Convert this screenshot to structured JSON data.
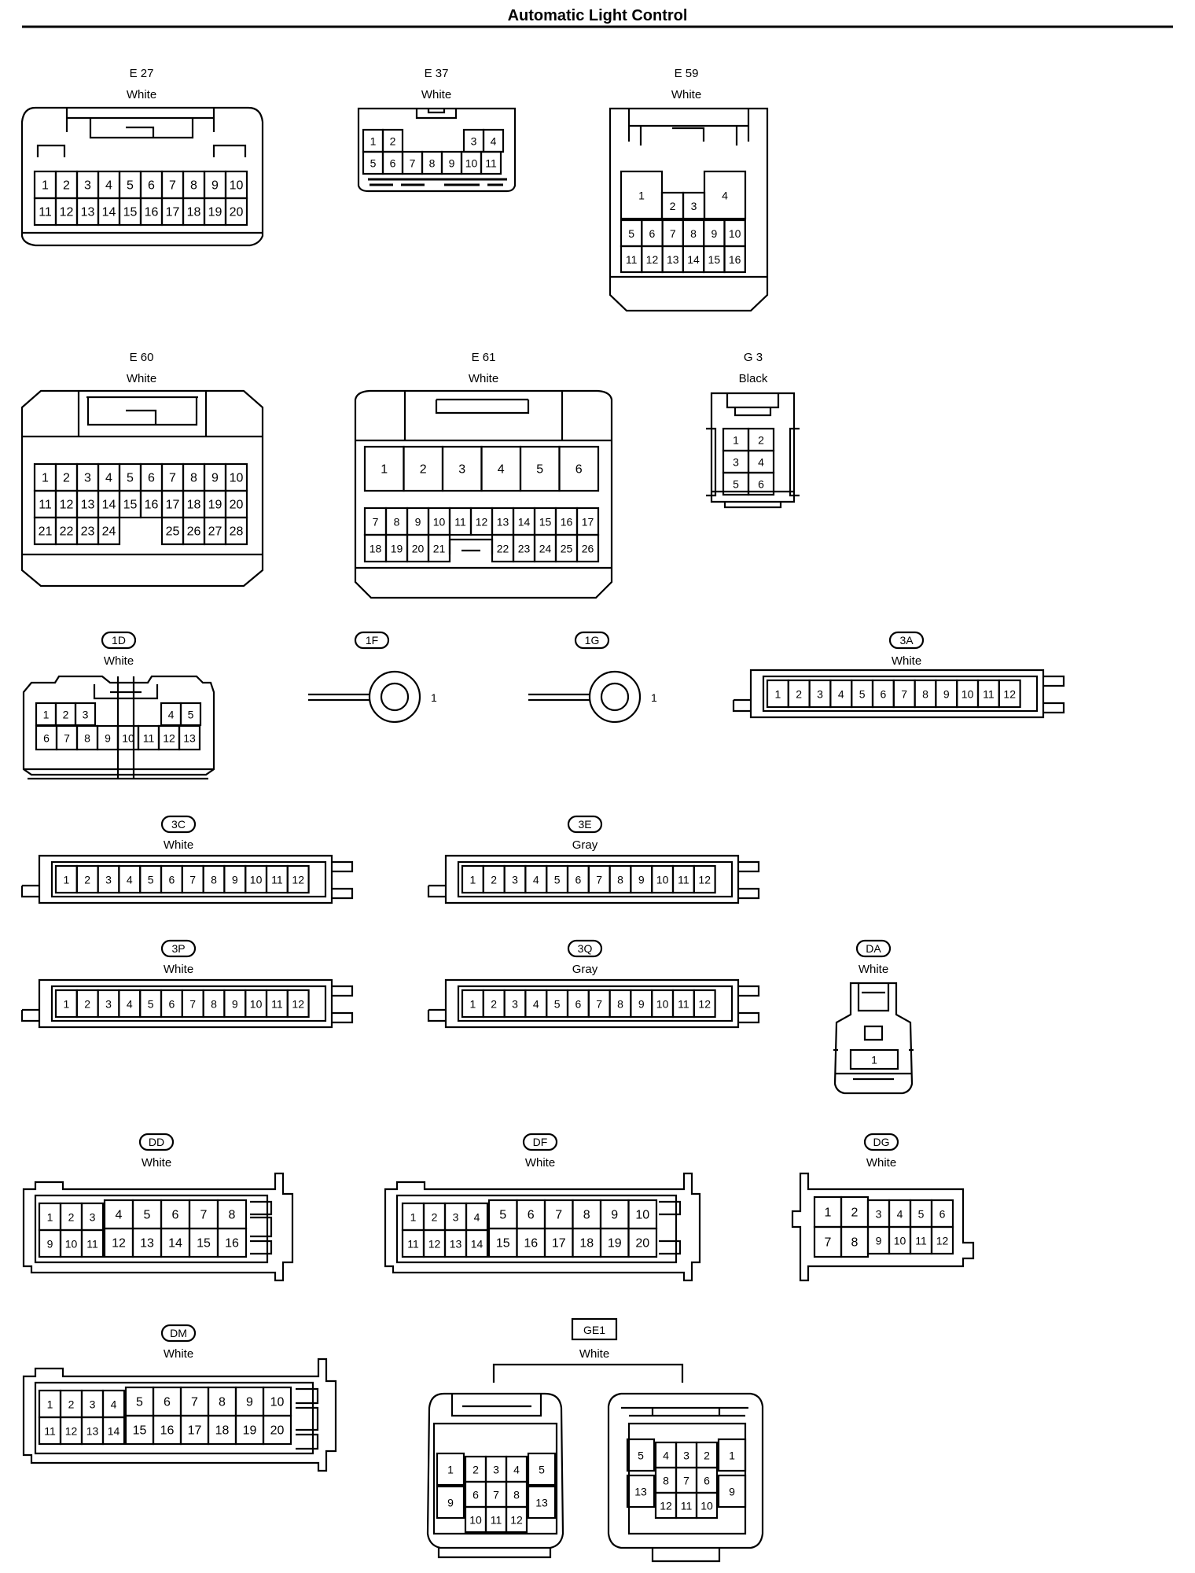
{
  "title": "Automatic Light Control",
  "connectors": {
    "E27": {
      "name": "E 27",
      "color": "White"
    },
    "E37": {
      "name": "E 37",
      "color": "White"
    },
    "E59": {
      "name": "E 59",
      "color": "White"
    },
    "E60": {
      "name": "E 60",
      "color": "White"
    },
    "E61": {
      "name": "E 61",
      "color": "White"
    },
    "G3": {
      "name": "G 3",
      "color": "Black"
    },
    "1D": {
      "name": "1D",
      "color": "White"
    },
    "1F": {
      "name": "1F",
      "pin": "1"
    },
    "1G": {
      "name": "1G",
      "pin": "1"
    },
    "3A": {
      "name": "3A",
      "color": "White"
    },
    "3C": {
      "name": "3C",
      "color": "White"
    },
    "3E": {
      "name": "3E",
      "color": "Gray"
    },
    "3P": {
      "name": "3P",
      "color": "White"
    },
    "3Q": {
      "name": "3Q",
      "color": "Gray"
    },
    "DA": {
      "name": "DA",
      "color": "White"
    },
    "DD": {
      "name": "DD",
      "color": "White"
    },
    "DF": {
      "name": "DF",
      "color": "White"
    },
    "DG": {
      "name": "DG",
      "color": "White"
    },
    "DM": {
      "name": "DM",
      "color": "White"
    },
    "GE1": {
      "name": "GE1",
      "color": "White"
    }
  },
  "pins": {
    "E27": [
      [
        "1",
        "2",
        "3",
        "4",
        "5",
        "6",
        "7",
        "8",
        "9",
        "10"
      ],
      [
        "11",
        "12",
        "13",
        "14",
        "15",
        "16",
        "17",
        "18",
        "19",
        "20"
      ]
    ],
    "E37": [
      [
        "1",
        "2",
        "3",
        "4"
      ],
      [
        "5",
        "6",
        "7",
        "8",
        "9",
        "10",
        "11"
      ]
    ],
    "E59": [
      [
        "1",
        "2",
        "3",
        "4"
      ],
      [
        "5",
        "6",
        "7",
        "8",
        "9",
        "10"
      ],
      [
        "11",
        "12",
        "13",
        "14",
        "15",
        "16"
      ]
    ],
    "E60": [
      [
        "1",
        "2",
        "3",
        "4",
        "5",
        "6",
        "7",
        "8",
        "9",
        "10"
      ],
      [
        "11",
        "12",
        "13",
        "14",
        "15",
        "16",
        "17",
        "18",
        "19",
        "20"
      ],
      [
        "21",
        "22",
        "23",
        "24",
        "25",
        "26",
        "27",
        "28"
      ]
    ],
    "E61": [
      [
        "1",
        "2",
        "3",
        "4",
        "5",
        "6"
      ],
      [
        "7",
        "8",
        "9",
        "10",
        "11",
        "12",
        "13",
        "14",
        "15",
        "16",
        "17"
      ],
      [
        "18",
        "19",
        "20",
        "21",
        "22",
        "23",
        "24",
        "25",
        "26"
      ]
    ],
    "G3": [
      [
        "1",
        "2"
      ],
      [
        "3",
        "4"
      ],
      [
        "5",
        "6"
      ]
    ],
    "1D": [
      [
        "1",
        "2",
        "3",
        "4",
        "5"
      ],
      [
        "6",
        "7",
        "8",
        "9",
        "10",
        "11",
        "12",
        "13"
      ]
    ],
    "row12": [
      "1",
      "2",
      "3",
      "4",
      "5",
      "6",
      "7",
      "8",
      "9",
      "10",
      "11",
      "12"
    ],
    "DA": [
      "1"
    ],
    "DD": [
      [
        "1",
        "2",
        "3",
        "4",
        "5",
        "6",
        "7",
        "8"
      ],
      [
        "9",
        "10",
        "11",
        "12",
        "13",
        "14",
        "15",
        "16"
      ]
    ],
    "DF": [
      [
        "1",
        "2",
        "3",
        "4",
        "5",
        "6",
        "7",
        "8",
        "9",
        "10"
      ],
      [
        "11",
        "12",
        "13",
        "14",
        "15",
        "16",
        "17",
        "18",
        "19",
        "20"
      ]
    ],
    "DG": [
      [
        "1",
        "2",
        "3",
        "4",
        "5",
        "6"
      ],
      [
        "7",
        "8",
        "9",
        "10",
        "11",
        "12"
      ]
    ],
    "DM": [
      [
        "1",
        "2",
        "3",
        "4",
        "5",
        "6",
        "7",
        "8",
        "9",
        "10"
      ],
      [
        "11",
        "12",
        "13",
        "14",
        "15",
        "16",
        "17",
        "18",
        "19",
        "20"
      ]
    ],
    "GE1L": [
      [
        "1",
        "2",
        "3",
        "4",
        "5"
      ],
      [
        "6",
        "7",
        "8"
      ],
      [
        "9",
        "13"
      ],
      [
        "10",
        "11",
        "12"
      ]
    ],
    "GE1R": [
      [
        "5",
        "4",
        "3",
        "2",
        "1"
      ],
      [
        "8",
        "7",
        "6"
      ],
      [
        "13",
        "9"
      ],
      [
        "12",
        "11",
        "10"
      ]
    ]
  }
}
